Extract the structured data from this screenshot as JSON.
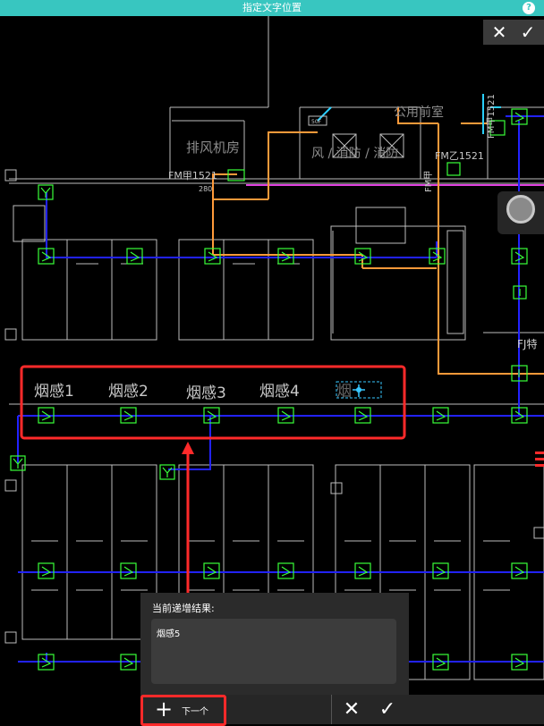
{
  "window": {
    "title": "指定文字位置"
  },
  "icons": {
    "help": "?",
    "close": "✕",
    "confirm": "✓",
    "add": "+"
  },
  "cad": {
    "labels": {
      "exhaust_room": "排风机房",
      "fm_a_left": "FM甲1521",
      "width_280": "280",
      "fire_room": "风 / 消防 / 消防",
      "fm_a_mid": "FM甲",
      "fm_b": "FM乙1521",
      "public_room": "公用前室",
      "fm_a_right": "FM甲1521",
      "fj": "FJ特",
      "small_tag": "50F"
    },
    "smoke_detectors": [
      "烟感1",
      "烟感2",
      "烟感3",
      "烟感4",
      "烟"
    ],
    "colors": {
      "wire": "#2020ff",
      "pipe": "#ff9a3a",
      "magenta": "#e040e0",
      "highlight": "#ff2a2a",
      "device": "#39ff39",
      "cyan": "#2ad0ff"
    }
  },
  "panel": {
    "title": "当前递增结果:",
    "result": "烟感5"
  },
  "bottom": {
    "next_label": "下一个"
  }
}
